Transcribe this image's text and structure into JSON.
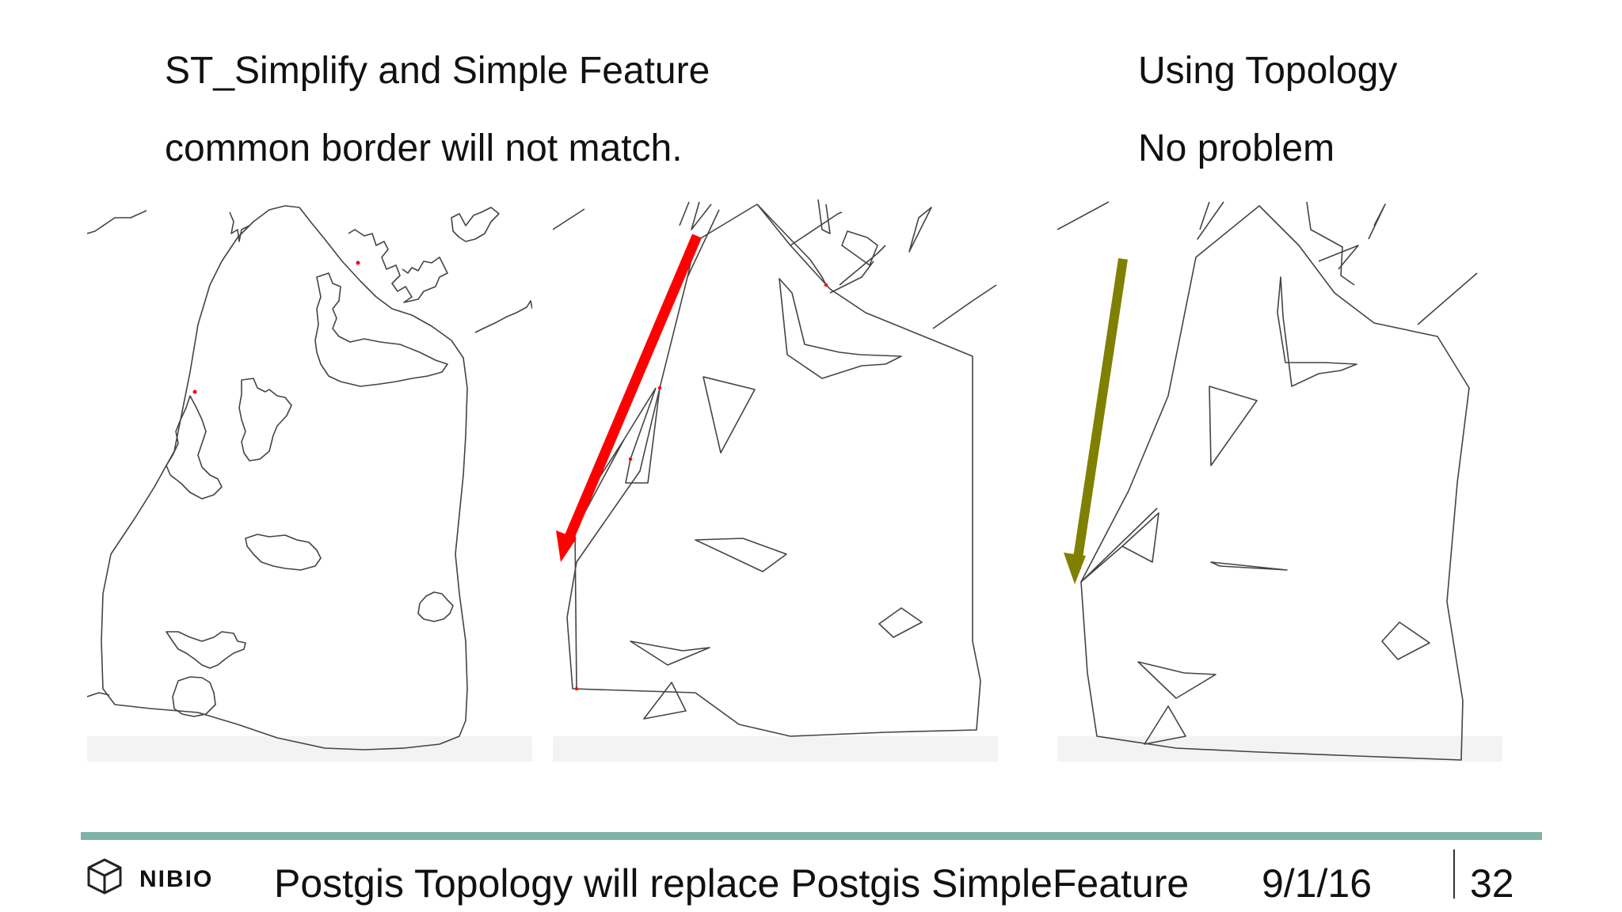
{
  "left": {
    "line1": "ST_Simplify and Simple Feature",
    "line2": "common border will not match."
  },
  "right": {
    "line1": "Using Topology",
    "line2": "No problem"
  },
  "footer": {
    "logo_text": "NIBIO",
    "title": "Postgis Topology will replace Postgis SimpleFeature",
    "date": "9/1/16",
    "page_number": "32"
  },
  "colors": {
    "error_arrow": "#ff0000",
    "ok_arrow": "#808000",
    "divider": "#7fb3aa"
  },
  "icons": [
    "nibio-logo-icon",
    "arrow-down-icon"
  ]
}
